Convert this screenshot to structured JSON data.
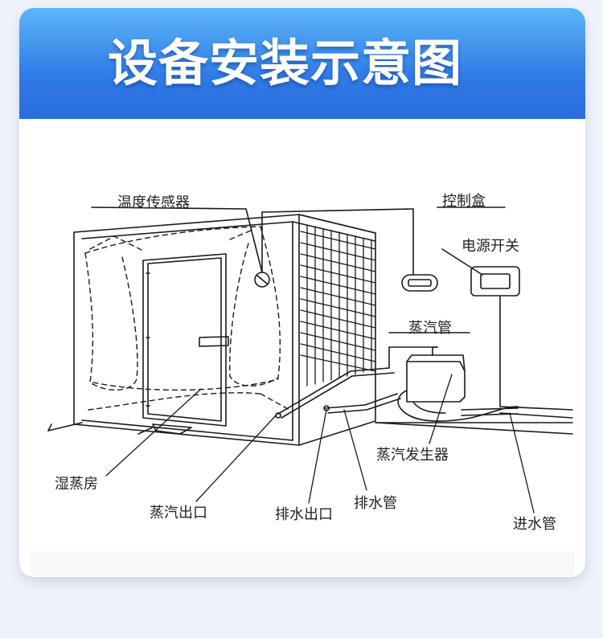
{
  "header": {
    "title": "设备安装示意图"
  },
  "labels": {
    "temperature_sensor": "温度传感器",
    "control_box": "控制盒",
    "power_switch": "电源开关",
    "steam_pipe": "蒸汽管",
    "steam_generator": "蒸汽发生器",
    "wet_steam_room": "湿蒸房",
    "steam_outlet": "蒸汽出口",
    "drain_outlet": "排水出口",
    "drain_pipe": "排水管",
    "water_inlet_pipe": "进水管"
  },
  "colors": {
    "header_top": "#5cb6f7",
    "header_bottom": "#2a6ddd",
    "line": "#1a1a1a",
    "page_bg": "#eef3fb"
  }
}
